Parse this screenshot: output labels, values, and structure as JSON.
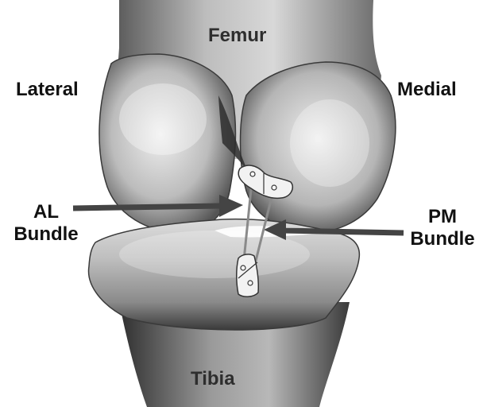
{
  "labels": {
    "femur": "Femur",
    "lateral": "Lateral",
    "medial": "Medial",
    "al_bundle_line1": "AL",
    "al_bundle_line2": "Bundle",
    "pm_bundle_line1": "PM",
    "pm_bundle_line2": "Bundle",
    "tibia": "Tibia"
  },
  "colors": {
    "bone_light": "#e6e6e6",
    "bone_mid": "#a9a9a9",
    "bone_dark": "#3c3c3c",
    "arrow": "#444444",
    "footprint_fill": "#f2f2f2",
    "ligament": "#8a8a8a"
  }
}
